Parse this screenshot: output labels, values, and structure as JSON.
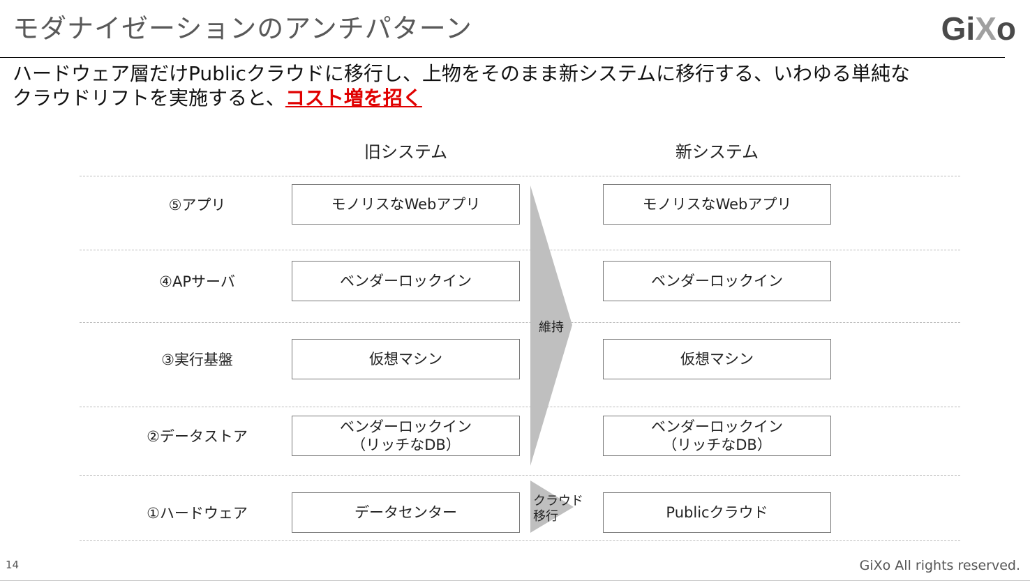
{
  "title": "モダナイゼーションのアンチパターン",
  "logo": {
    "prefix": "Gi",
    "x": "X",
    "suffix": "o"
  },
  "subtitle": {
    "line1": "ハードウェア層だけPublicクラウドに移行し、上物をそのまま新システムに移行する、いわゆる単純な",
    "line2": "クラウドリフトを実施すると、",
    "highlight": "コスト増を招く"
  },
  "columns": {
    "old": "旧システム",
    "new": "新システム"
  },
  "rows": [
    {
      "label": "⑤アプリ",
      "old": "モノリスなWebアプリ",
      "new": "モノリスなWebアプリ"
    },
    {
      "label": "④APサーバ",
      "old": "ベンダーロックイン",
      "new": "ベンダーロックイン"
    },
    {
      "label": "③実行基盤",
      "old": "仮想マシン",
      "new": "仮想マシン"
    },
    {
      "label": "②データストア",
      "old": "ベンダーロックイン\n（リッチなDB）",
      "new": "ベンダーロックイン\n（リッチなDB）"
    },
    {
      "label": "①ハードウェア",
      "old": "データセンター",
      "new": "Publicクラウド"
    }
  ],
  "arrows": {
    "keep": "維持",
    "migrate": "クラウド\n移行"
  },
  "colors": {
    "arrow": "#bfbfbf",
    "highlight": "#e00000"
  },
  "footer": {
    "page": "14",
    "copyright": "GiXo All rights reserved."
  }
}
